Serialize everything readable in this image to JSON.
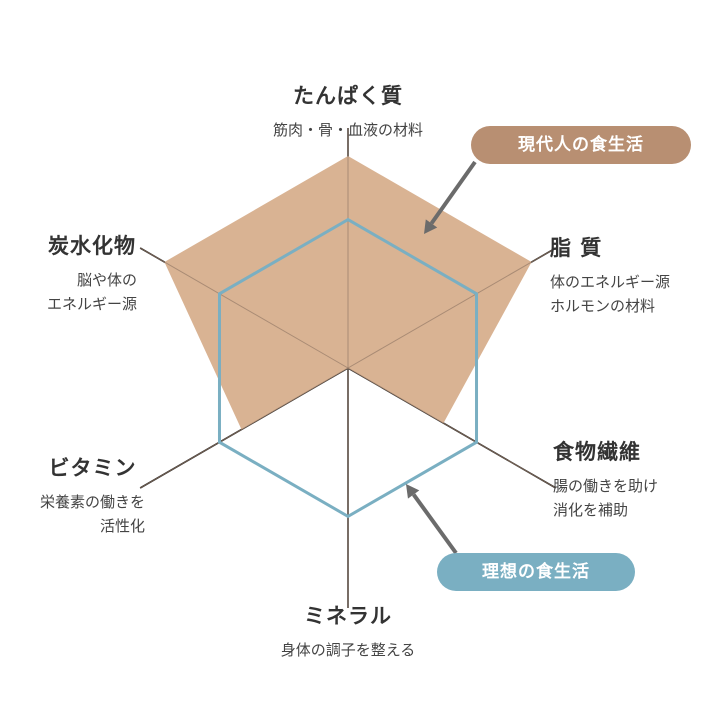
{
  "axes": [
    {
      "title": "たんぱく質",
      "desc": [
        "筋肉・骨・血液の材料"
      ]
    },
    {
      "title": "脂 質",
      "desc": [
        "体のエネルギー源",
        "ホルモンの材料"
      ]
    },
    {
      "title": "食物繊維",
      "desc": [
        "腸の働きを助け",
        "消化を補助"
      ]
    },
    {
      "title": "ミネラル",
      "desc": [
        "身体の調子を整える"
      ]
    },
    {
      "title": "ビタミン",
      "desc": [
        "栄養素の働きを",
        "活性化"
      ]
    },
    {
      "title": "炭水化物",
      "desc": [
        "脳や体の",
        "エネルギー源"
      ]
    }
  ],
  "legend": {
    "modern": "現代人の食生活",
    "ideal": "理想の食生活"
  },
  "colors": {
    "modern_fill": "#d9b393",
    "modern_pill": "#b88f72",
    "ideal_stroke": "#7aafc2",
    "ideal_pill": "#7aafc2",
    "axis": "#1a1a1a",
    "arrow": "#6b6b6b"
  },
  "chart_data": {
    "type": "radar",
    "categories": [
      "たんぱく質",
      "脂 質",
      "食物繊維",
      "ミネラル",
      "ビタミン",
      "炭水化物"
    ],
    "series": [
      {
        "name": "現代人の食生活",
        "values": [
          1.0,
          1.0,
          0.52,
          0.0,
          0.58,
          1.0
        ]
      },
      {
        "name": "理想の食生活",
        "values": [
          0.7,
          0.7,
          0.7,
          0.7,
          0.7,
          0.7
        ]
      }
    ],
    "range": [
      0,
      1
    ]
  }
}
